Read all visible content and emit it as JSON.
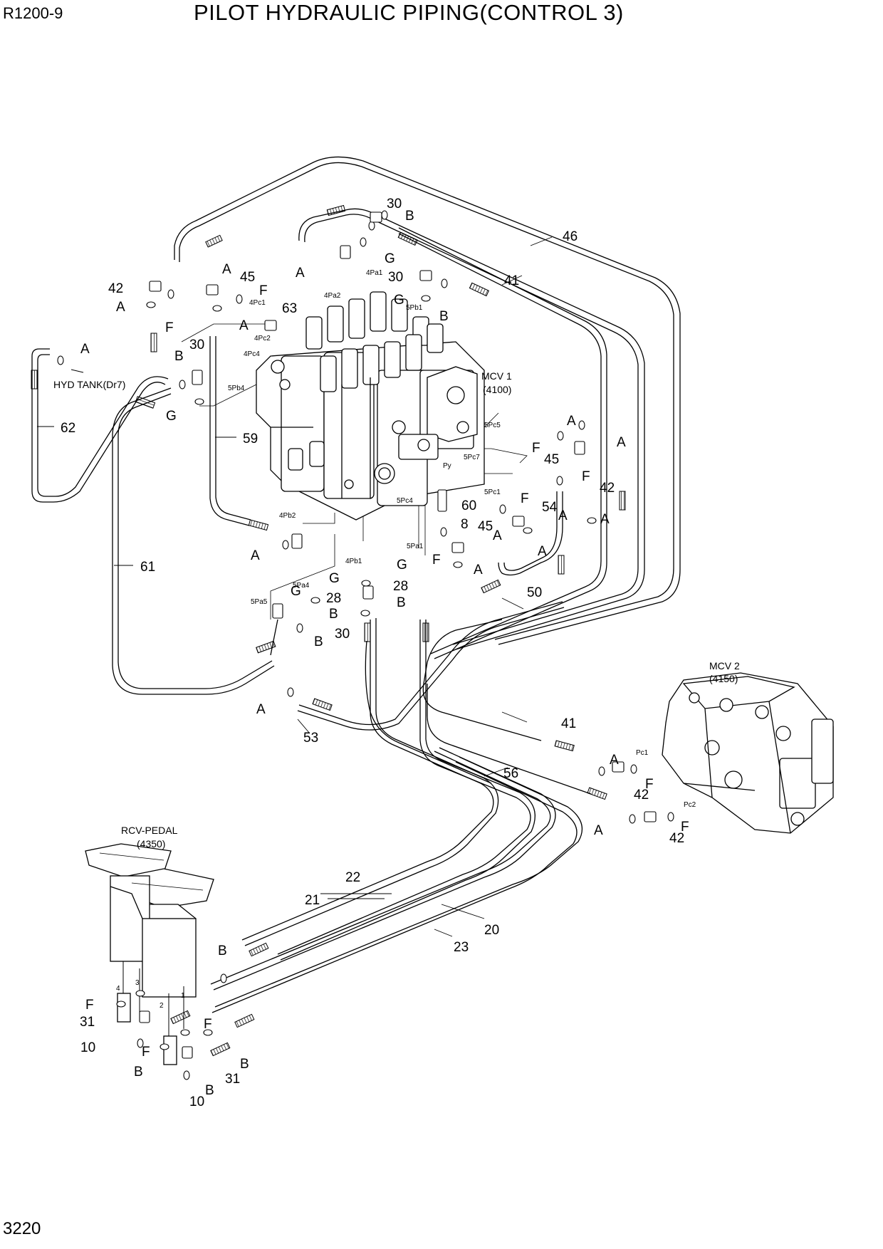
{
  "header": {
    "model": "R1200-9",
    "title": "PILOT HYDRAULIC PIPING(CONTROL 3)"
  },
  "page_number": "3220",
  "components": {
    "mcv1": {
      "name": "MCV 1",
      "code": "(4100)"
    },
    "mcv2": {
      "name": "MCV 2",
      "code": "(4150)"
    },
    "rcv_pedal": {
      "name": "RCV-PEDAL",
      "code": "(4350)"
    },
    "hyd_tank": "HYD TANK(Dr7)"
  },
  "callouts": {
    "n46": "46",
    "n41a": "41",
    "n41b": "41",
    "n30a": "30",
    "n30b": "30",
    "n30c": "30",
    "n30d": "30",
    "n45a": "45",
    "n45b": "45",
    "n45c": "45",
    "n42a": "42",
    "n42b": "42",
    "n42c": "42",
    "n42d": "42",
    "n63": "63",
    "n62": "62",
    "n59": "59",
    "n61": "61",
    "n60": "60",
    "n8": "8",
    "n54": "54",
    "n50": "50",
    "n28a": "28",
    "n28b": "28",
    "n53": "53",
    "n56": "56",
    "n22": "22",
    "n21": "21",
    "n20": "20",
    "n23": "23",
    "n31a": "31",
    "n31b": "31",
    "n10a": "10",
    "n10b": "10",
    "n1": "1",
    "n2": "2",
    "n3": "3",
    "n4": "4"
  },
  "letters": {
    "A": "A",
    "B": "B",
    "F": "F",
    "G": "G"
  },
  "ports": {
    "p4Pa1": "4Pa1",
    "p4Pa2": "4Pa2",
    "p4Pc1": "4Pc1",
    "p4Pc2": "4Pc2",
    "p4Pc4": "4Pc4",
    "p4Pb2": "4Pb2",
    "p4Pb1": "4Pb1",
    "p5Pb1": "5Pb1",
    "p5Pb4": "5Pb4",
    "p5Pc5": "5Pc5",
    "p5Pc7": "5Pc7",
    "p5Pc1": "5Pc1",
    "p5Pc4": "5Pc4",
    "p5Pa1": "5Pa1",
    "p5Pa4": "5Pa4",
    "p5Pa5": "5Pa5",
    "py": "Py",
    "pc1": "Pc1",
    "pc2": "Pc2"
  }
}
